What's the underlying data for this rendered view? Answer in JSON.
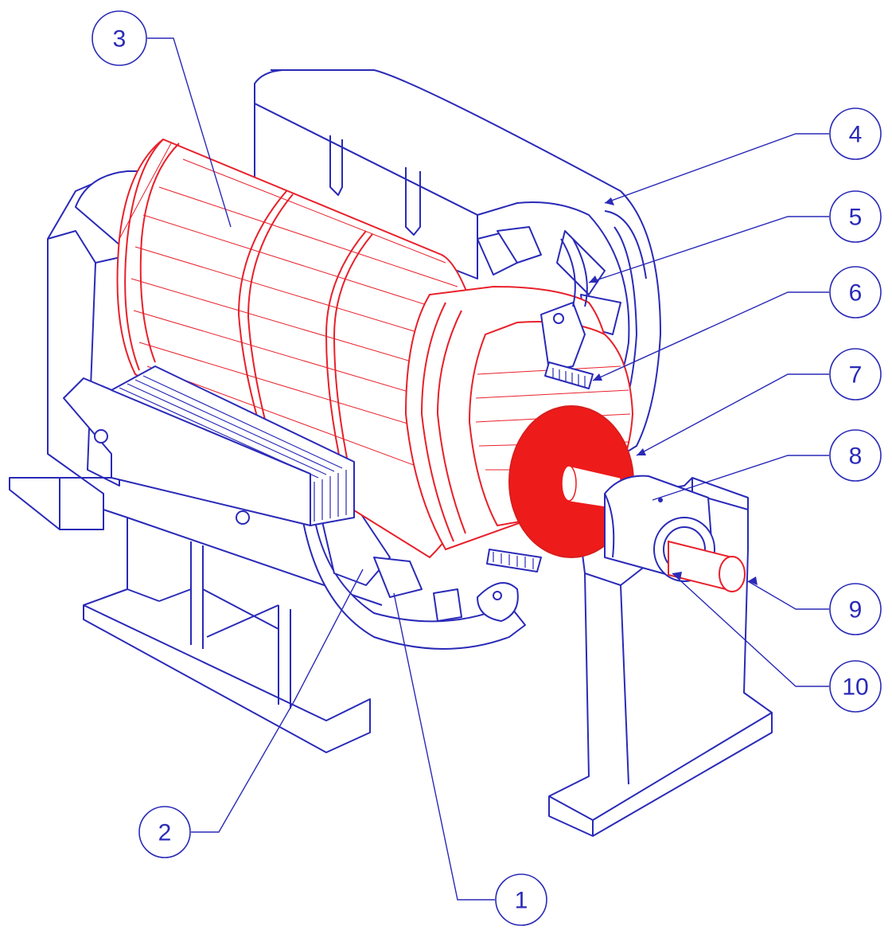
{
  "colors": {
    "line_blue": "#2a2ab8",
    "rotor_red": "#e8202a",
    "background": "#ffffff"
  },
  "callouts": [
    {
      "id": "c1",
      "label": "1"
    },
    {
      "id": "c2",
      "label": "2"
    },
    {
      "id": "c3",
      "label": "3"
    },
    {
      "id": "c4",
      "label": "4"
    },
    {
      "id": "c5",
      "label": "5"
    },
    {
      "id": "c6",
      "label": "6"
    },
    {
      "id": "c7",
      "label": "7"
    },
    {
      "id": "c8",
      "label": "8"
    },
    {
      "id": "c9",
      "label": "9"
    },
    {
      "id": "c10",
      "label": "10"
    }
  ]
}
